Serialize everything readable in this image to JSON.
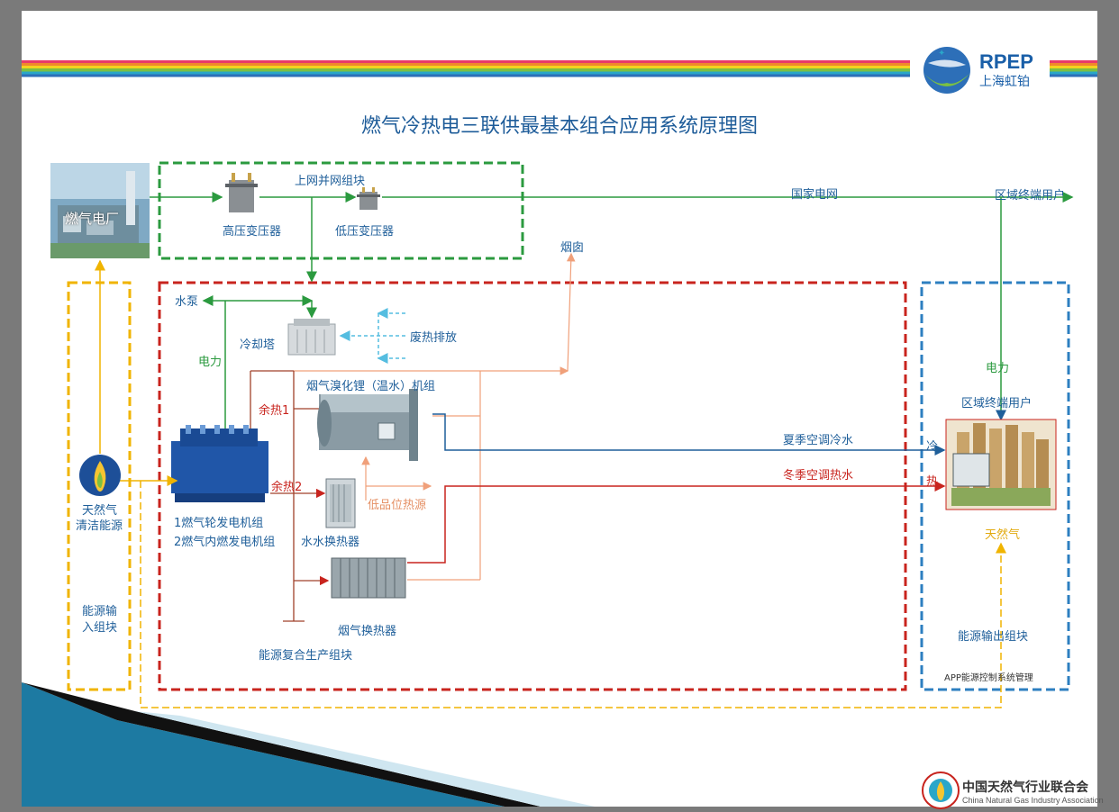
{
  "header": {
    "logo_en": "RPEP",
    "logo_cn": "上海虹铂",
    "title": "燃气冷热电三联供最基本组合应用系统原理图"
  },
  "grid_module": {
    "name": "上网并网组块",
    "plant": "燃气电厂",
    "hv_transformer": "高压变压器",
    "lv_transformer": "低压变压器",
    "national_grid": "国家电网",
    "regional_users": "区域终端用户"
  },
  "production_module": {
    "name": "能源复合生产组块",
    "water_pump": "水泵",
    "cooling_tower": "冷却塔",
    "waste_heat": "废热排放",
    "power": "电力",
    "chimney": "烟囱",
    "absorption_chiller": "烟气溴化锂（温水）机组",
    "waste_heat_1": "余热1",
    "waste_heat_2": "余热2",
    "low_grade_heat": "低品位热源",
    "plate_exchanger": "水水换热器",
    "flue_exchanger": "烟气换热器",
    "generator_1": "1燃气轮发电机组",
    "generator_2": "2燃气内燃发电机组",
    "summer_cold": "夏季空调冷水",
    "winter_hot": "冬季空调热水"
  },
  "input_module": {
    "gas_1": "天然气",
    "gas_2": "清洁能源",
    "name_1": "能源输",
    "name_2": "入组块"
  },
  "output_module": {
    "power": "电力",
    "users": "区域终端用户",
    "cold": "冷",
    "hot": "热",
    "gas": "天然气",
    "name": "能源输出组块",
    "app": "APP能源控制系统管理"
  },
  "footer": {
    "assoc_cn": "中国天然气行业联合会",
    "assoc_en": "China Natural Gas Industry Association"
  },
  "colors": {
    "green": "#2b9a3f",
    "red": "#c8241e",
    "blue": "#1f5f9a",
    "yellow": "#f0b400",
    "salmon": "#f0a07a",
    "cyan": "#55bde0",
    "title": "#1e5c99"
  },
  "icons": [
    "power-plant-icon",
    "transformer-icon",
    "cooling-tower-icon",
    "generator-icon",
    "chiller-icon",
    "plate-heat-exchanger-icon",
    "flue-heat-exchanger-icon",
    "gas-flame-icon",
    "building-complex-icon",
    "rpep-logo-icon",
    "association-logo-icon"
  ]
}
